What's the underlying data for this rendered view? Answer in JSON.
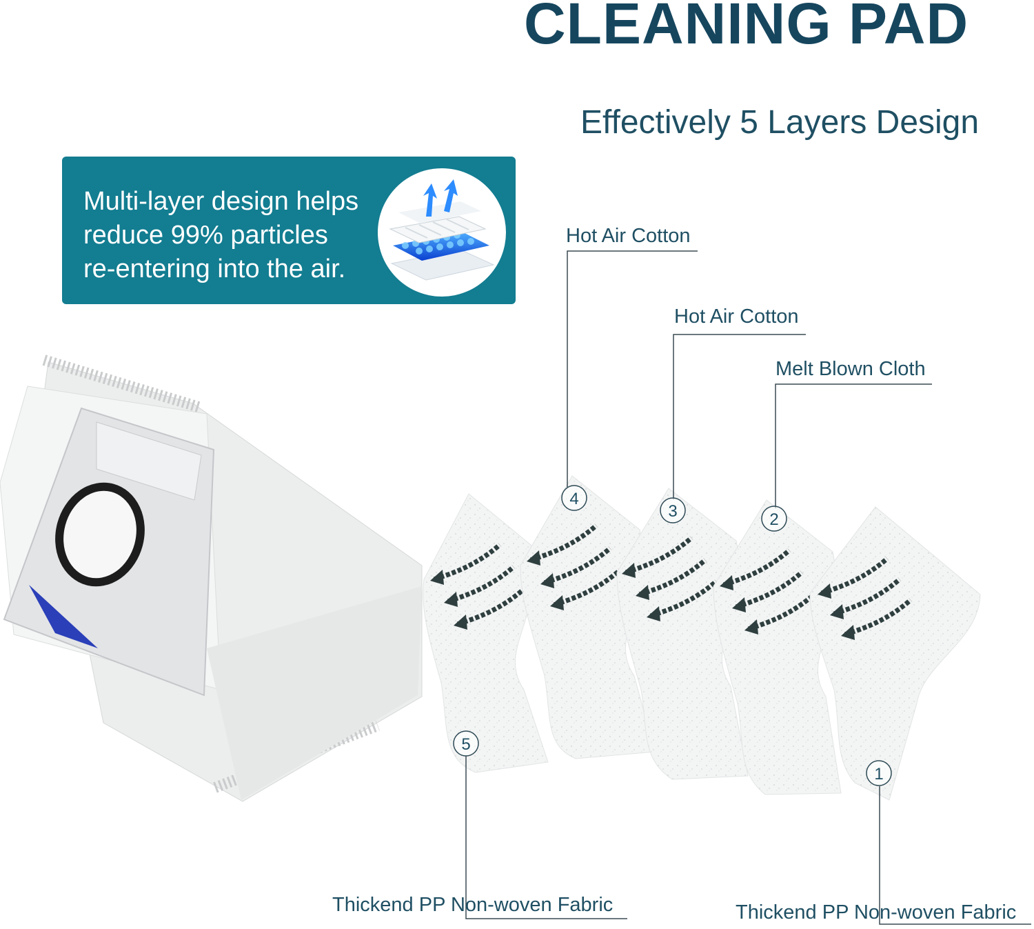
{
  "header": {
    "title": "CLEANING PAD",
    "subtitle": "Effectively 5 Layers Design"
  },
  "promo": {
    "lines": [
      "Multi-layer design helps",
      "reduce 99% particles",
      "re-entering into the air."
    ]
  },
  "layers": {
    "labels": {
      "layer4": "Hot Air Cotton",
      "layer3": "Hot Air Cotton",
      "layer2": "Melt Blown Cloth",
      "layer5": "Thickend PP Non-woven Fabric",
      "layer1": "Thickend PP Non-woven Fabric"
    },
    "numbers": [
      "①",
      "②",
      "③",
      "④",
      "⑤"
    ]
  },
  "colors": {
    "title": "#16465e",
    "promo_bg": "#137d91",
    "label_text": "#1f4f63",
    "arrow": "#2f3f3f"
  },
  "icons": [
    "filter-layers-icon",
    "airflow-arrow-icon",
    "dust-bag-image"
  ]
}
